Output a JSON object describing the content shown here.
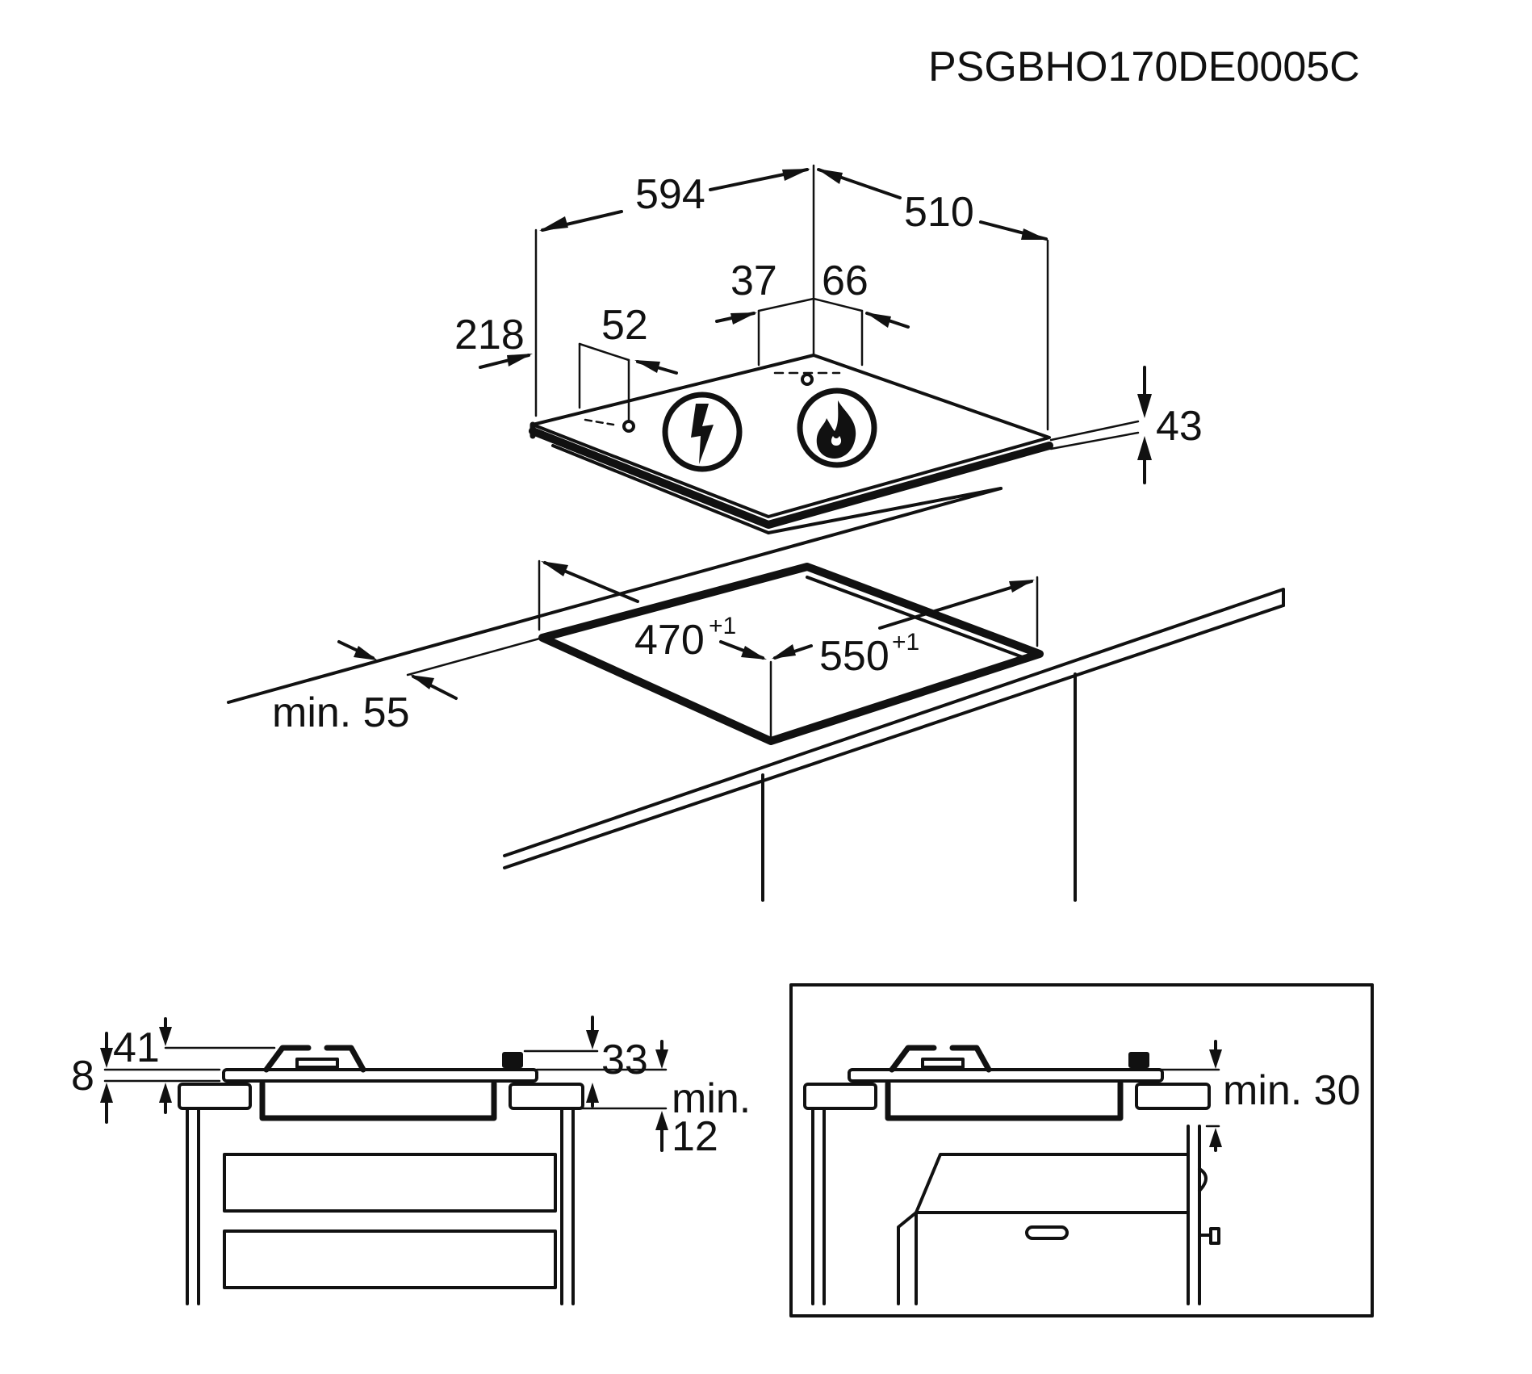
{
  "doc_code": "PSGBHO170DE0005C",
  "top_view": {
    "width": "594",
    "depth": "510",
    "offset_218": "218",
    "offset_52": "52",
    "offset_37": "37",
    "offset_66": "66",
    "height": "43",
    "cutout_depth": "470",
    "cutout_depth_tol": "+1",
    "cutout_width": "550",
    "cutout_width_tol": "+1",
    "edge_min": "min. 55"
  },
  "side_left": {
    "d8": "8",
    "d41": "41",
    "d33": "33",
    "min_label": "min.",
    "min_value": "12"
  },
  "side_right": {
    "min_label": "min. 30"
  },
  "icons": [
    "electric-bolt-icon",
    "gas-flame-icon"
  ]
}
